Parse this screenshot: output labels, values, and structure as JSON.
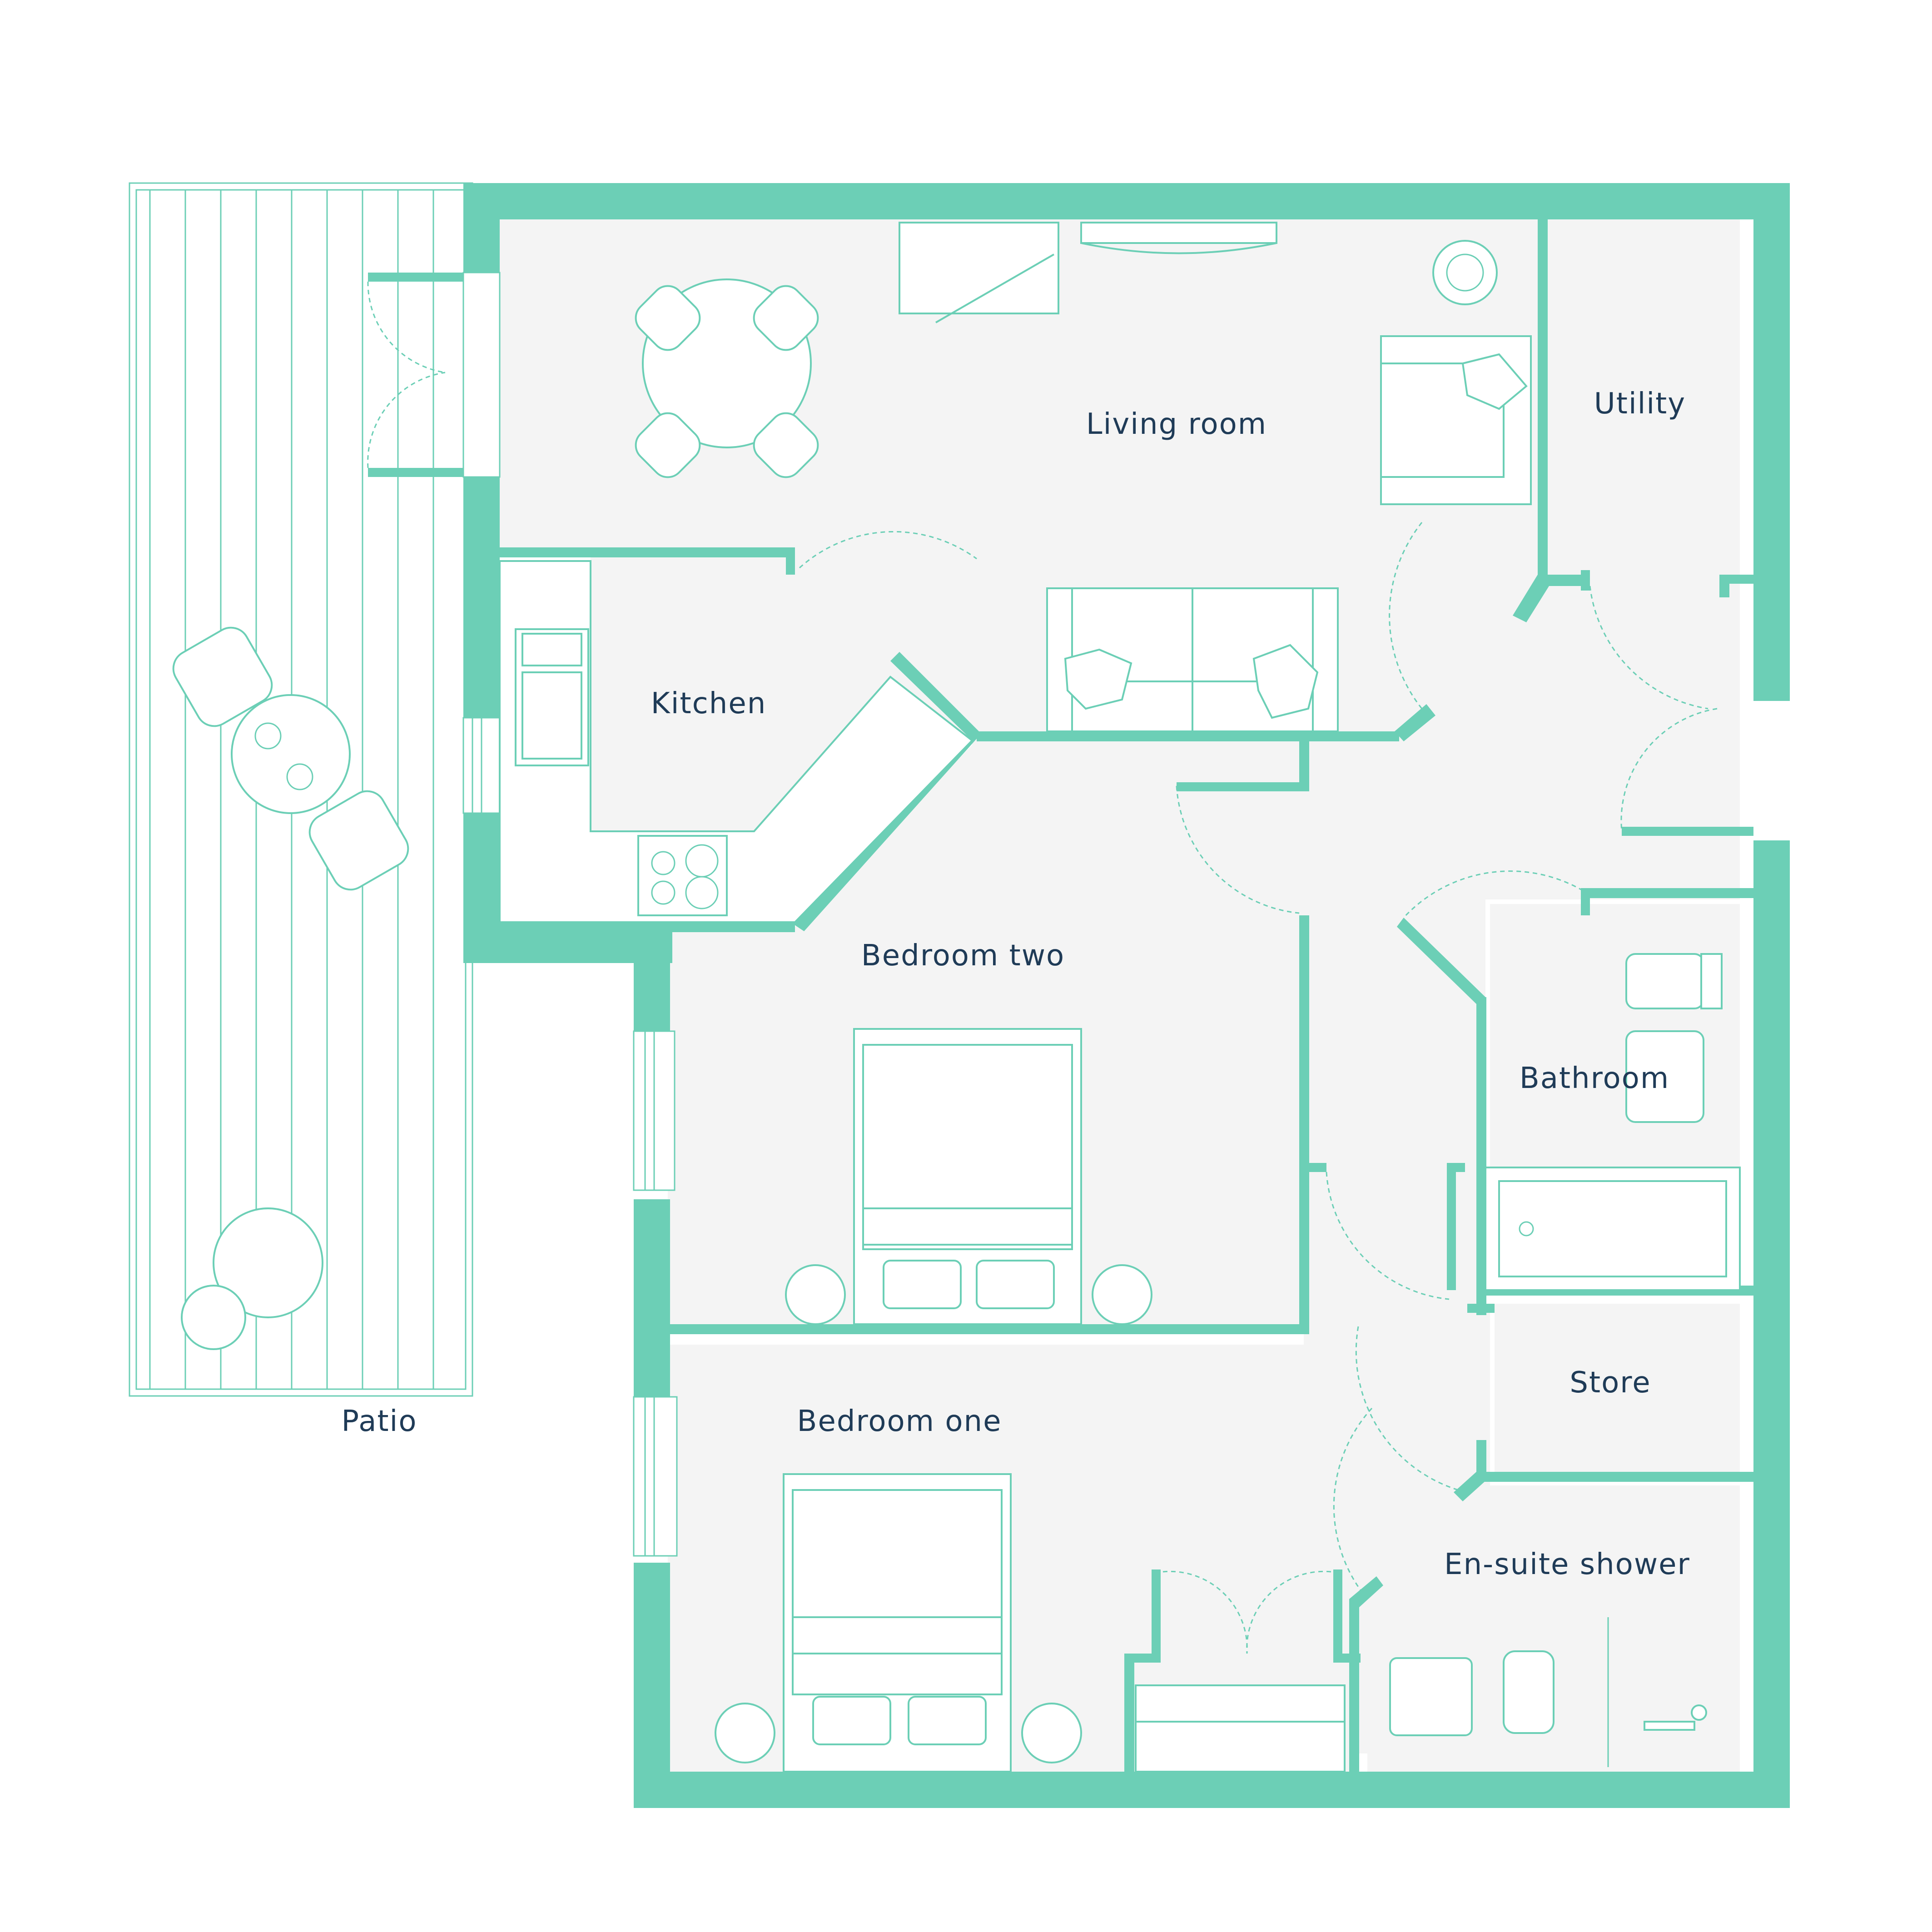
{
  "plan": {
    "rooms": {
      "living_room": "Living room",
      "utility": "Utility",
      "kitchen": "Kitchen",
      "bedroom_two": "Bedroom two",
      "bathroom": "Bathroom",
      "store": "Store",
      "bedroom_one": "Bedroom one",
      "en_suite_shower": "En-suite shower",
      "patio": "Patio"
    },
    "colors": {
      "wall": "#6ccfb6",
      "floor": "#f4f4f4",
      "label": "#1f3b57"
    }
  }
}
